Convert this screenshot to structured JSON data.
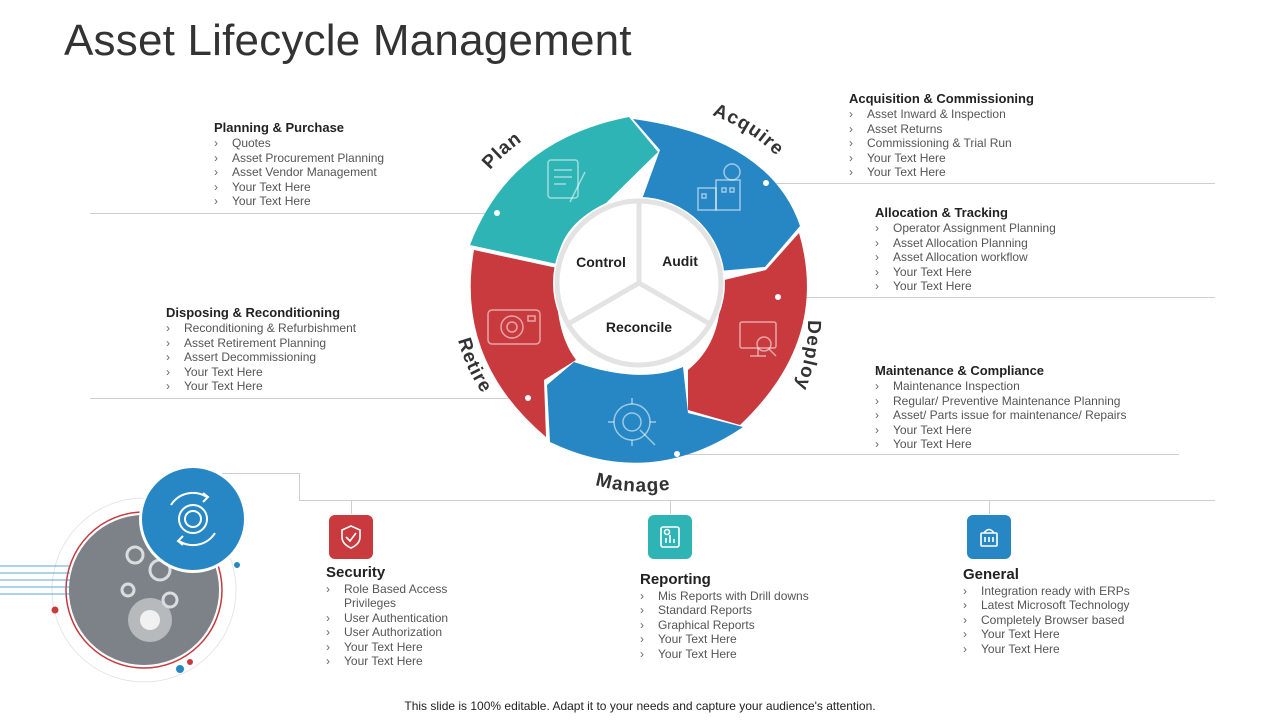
{
  "title": "Asset Lifecycle Management",
  "cycle": {
    "stages": [
      "Plan",
      "Acquire",
      "Deploy",
      "Manage",
      "Retire"
    ],
    "center": [
      "Control",
      "Audit",
      "Reconcile"
    ]
  },
  "blocks": {
    "planning": {
      "heading": "Planning & Purchase",
      "items": [
        "Quotes",
        "Asset Procurement Planning",
        "Asset Vendor Management",
        "Your Text Here",
        "Your Text Here"
      ]
    },
    "acquisition": {
      "heading": "Acquisition & Commissioning",
      "items": [
        "Asset Inward & Inspection",
        "Asset Returns",
        "Commissioning & Trial Run",
        "Your Text Here",
        "Your Text Here"
      ]
    },
    "allocation": {
      "heading": "Allocation & Tracking",
      "items": [
        "Operator Assignment Planning",
        "Asset Allocation Planning",
        "Asset Allocation workflow",
        "Your Text Here",
        "Your Text Here"
      ]
    },
    "disposing": {
      "heading": "Disposing & Reconditioning",
      "items": [
        "Reconditioning & Refurbishment",
        "Asset Retirement Planning",
        "Assert Decommissioning",
        "Your Text Here",
        "Your Text Here"
      ]
    },
    "maintenance": {
      "heading": "Maintenance & Compliance",
      "items": [
        "Maintenance Inspection",
        "Regular/ Preventive Maintenance Planning",
        "Asset/ Parts issue for maintenance/ Repairs",
        "Your Text Here",
        "Your Text Here"
      ]
    }
  },
  "bottom": {
    "security": {
      "heading": "Security",
      "items": [
        "Role Based Access",
        "Privileges",
        "User Authentication",
        "User Authorization",
        "Your Text Here",
        "Your Text Here"
      ]
    },
    "reporting": {
      "heading": "Reporting",
      "items": [
        "Mis Reports with Drill downs",
        "Standard Reports",
        "Graphical Reports",
        "Your Text Here",
        "Your Text Here"
      ]
    },
    "general": {
      "heading": "General",
      "items": [
        "Integration ready with ERPs",
        "Latest Microsoft Technology",
        "Completely Browser based",
        "Your Text Here",
        "Your Text Here"
      ]
    }
  },
  "footer": "This slide is 100% editable. Adapt it to your needs and capture your audience's attention.",
  "colors": {
    "teal": "#2fb4b5",
    "blue": "#2787c5",
    "red": "#c83a3d",
    "line": "#cfcfcf"
  },
  "icons": [
    "notes-icon",
    "building-dollar-icon",
    "monitor-search-icon",
    "gear-wrench-icon",
    "camera-icon",
    "shield-check-icon",
    "report-chart-icon",
    "server-icon",
    "cycle-gear-icon"
  ]
}
